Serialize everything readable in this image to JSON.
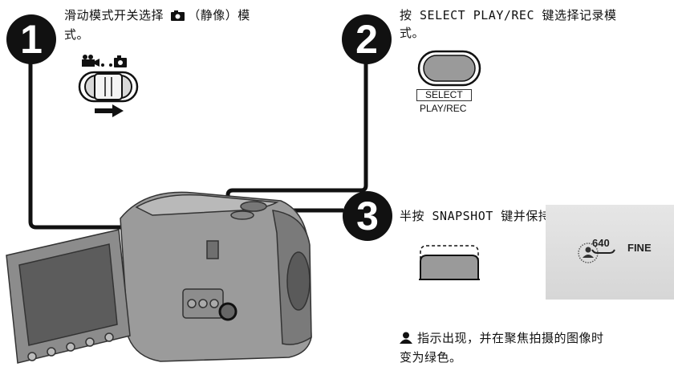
{
  "steps": [
    {
      "number": "1",
      "text_line1_before_icon": "滑动模式开关选择",
      "text_line1_after_icon": "（静像）模",
      "text_line2": "式。"
    },
    {
      "number": "2",
      "text_line1": "按 SELECT PLAY/REC 键选择记录模",
      "text_line2": "式。"
    },
    {
      "number": "3",
      "text_line1": "半按 SNAPSHOT 键并保持按住。"
    }
  ],
  "select_button": {
    "label_top": "SELECT",
    "label_bottom": "PLAY/REC"
  },
  "lcd": {
    "resolution": "640",
    "quality": "FINE"
  },
  "note": {
    "icon": "person-focus-icon",
    "line1": "指示出现，并在聚焦拍摄的图像时",
    "line2": "变为绿色。"
  },
  "icons": {
    "mode_switch_left": "video-camera-icon",
    "mode_switch_right": "still-camera-icon",
    "arrow": "arrow-right-icon"
  },
  "colors": {
    "step_circle": "#111111",
    "line": "#111111",
    "camera_body": "#8a8a8a"
  }
}
